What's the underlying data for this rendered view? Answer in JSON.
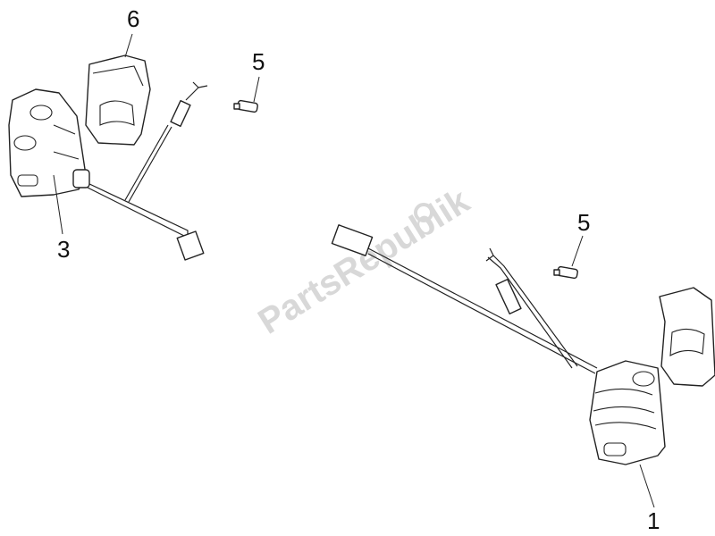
{
  "watermark": "PartsRepublik",
  "callouts": [
    {
      "id": "6",
      "label": "6"
    },
    {
      "id": "5a",
      "label": "5"
    },
    {
      "id": "3",
      "label": "3"
    },
    {
      "id": "5b",
      "label": "5"
    },
    {
      "id": "1",
      "label": "1"
    }
  ],
  "colors": {
    "line": "#222222",
    "watermark": "#d8d8d8"
  }
}
